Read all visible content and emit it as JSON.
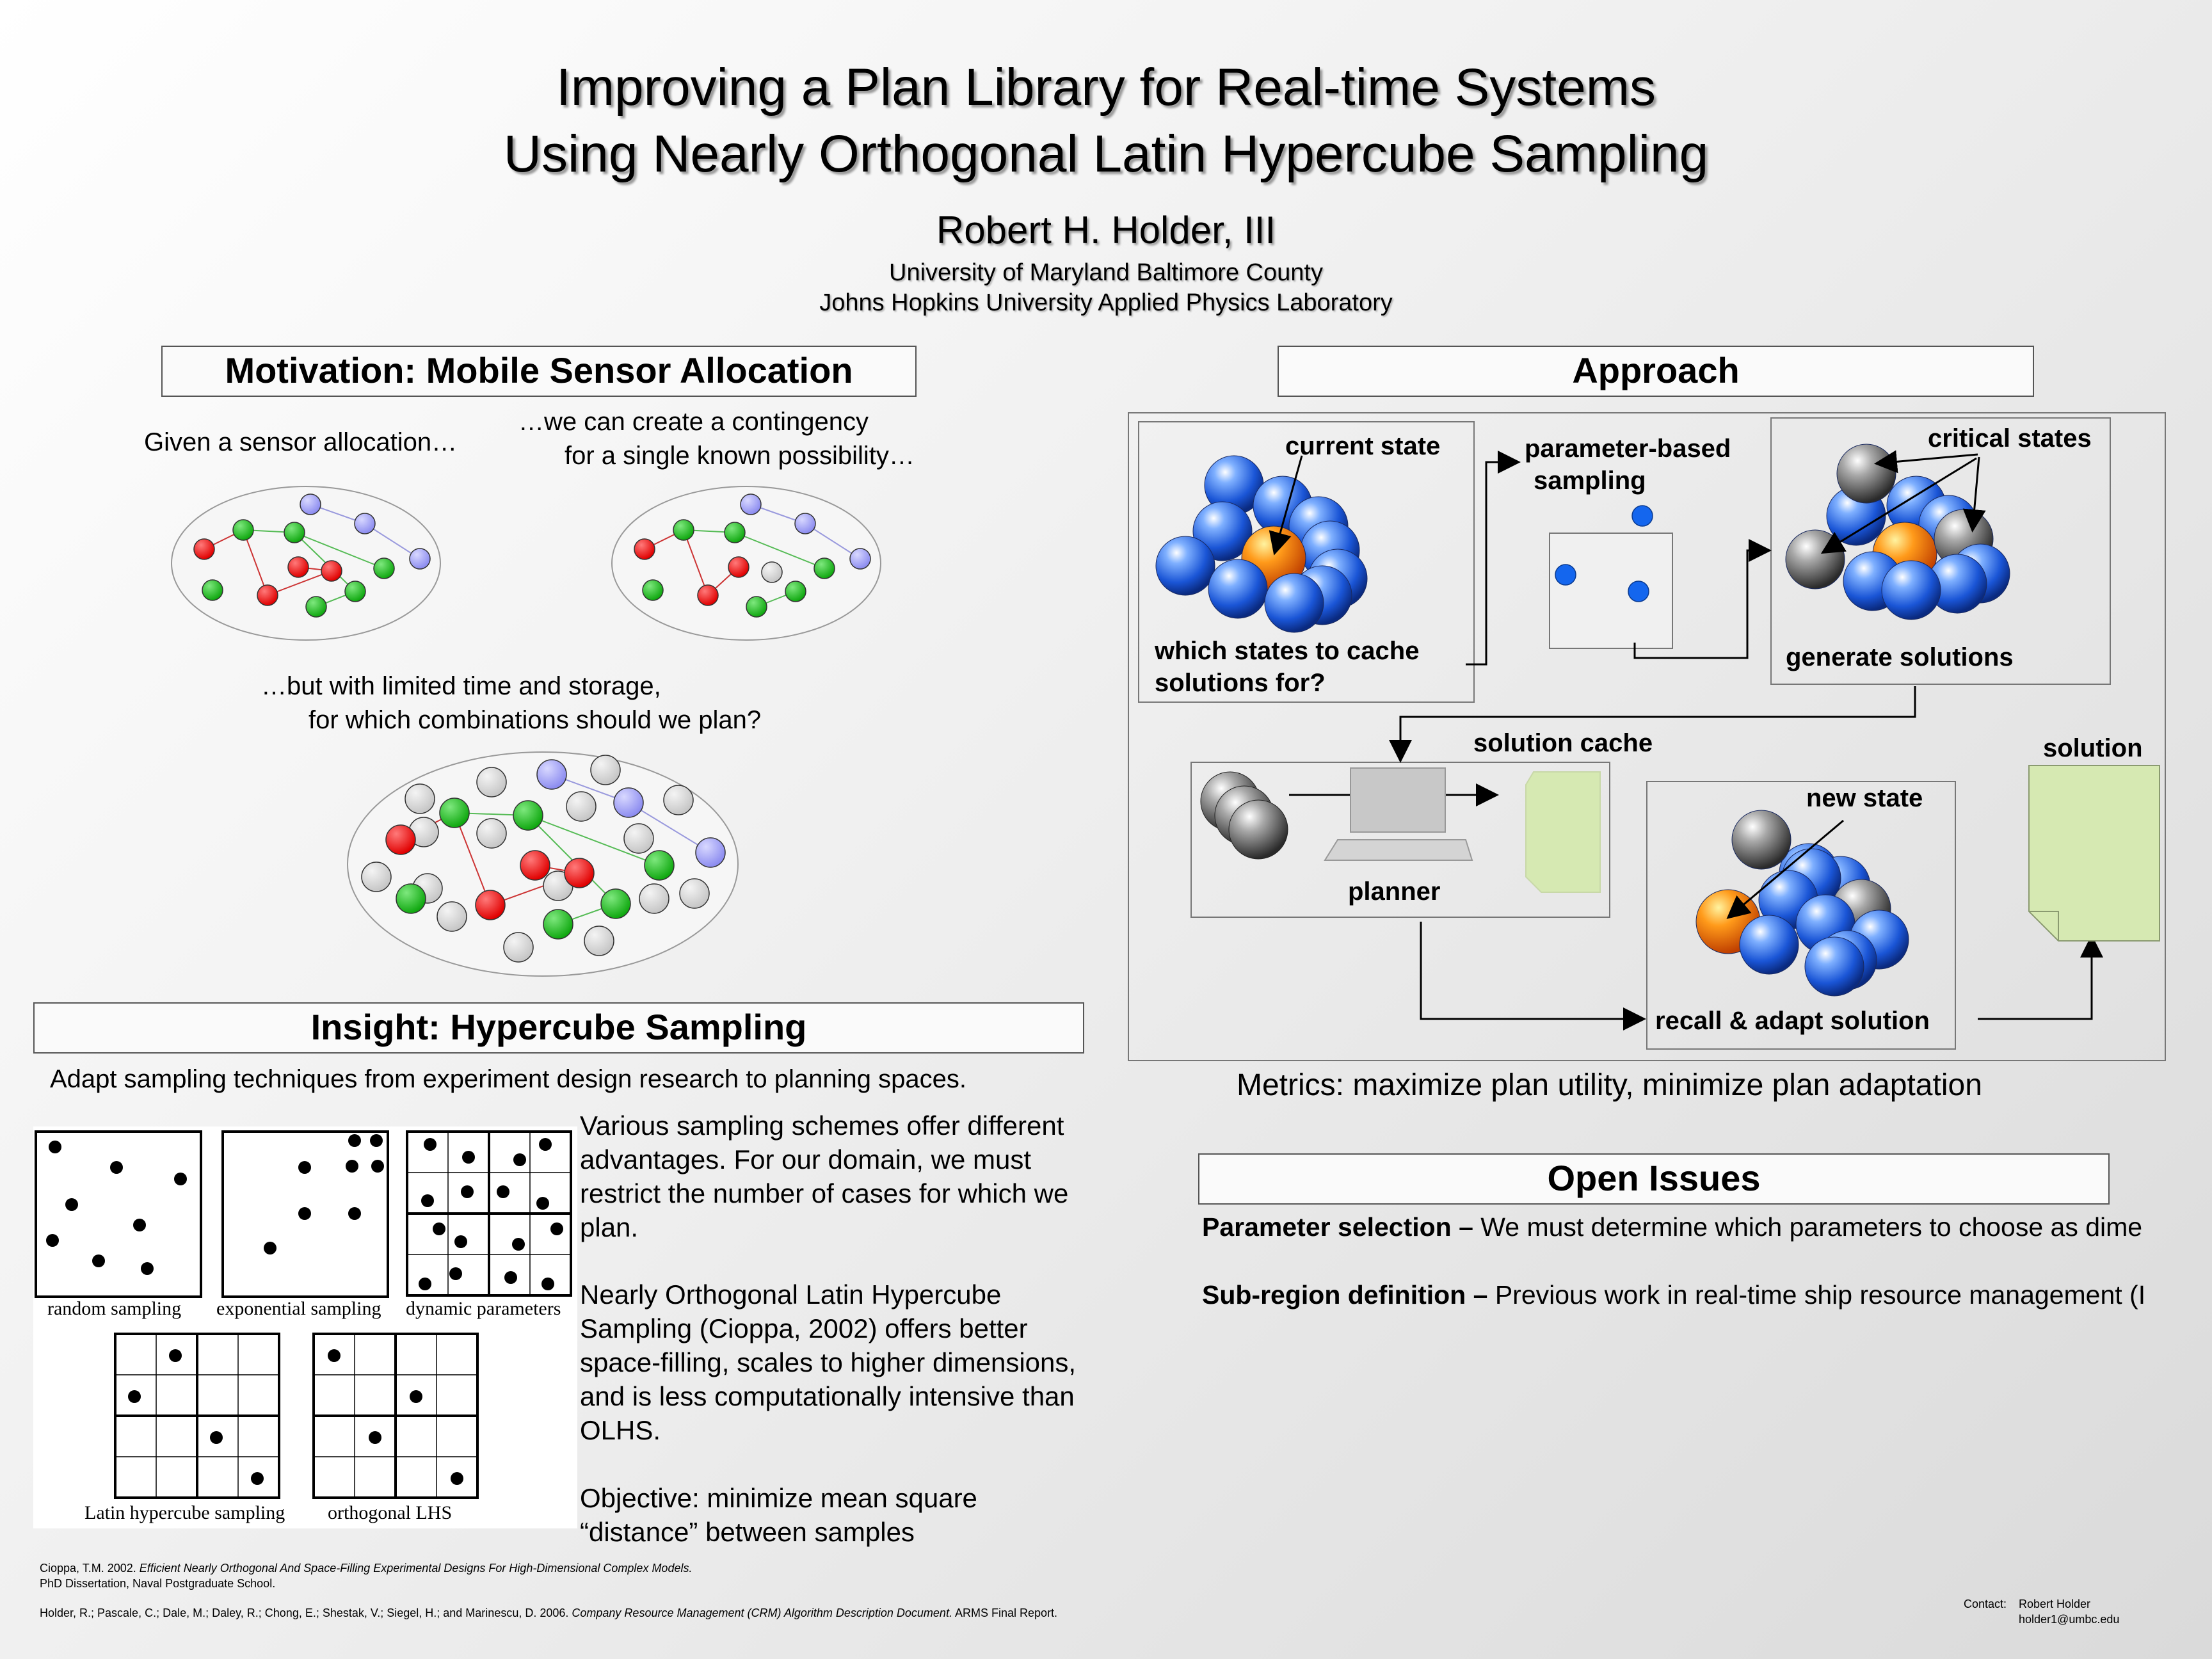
{
  "header": {
    "title_line1": "Improving a Plan Library for Real-time Systems",
    "title_line2": "Using Nearly Orthogonal Latin Hypercube Sampling",
    "author": "Robert H. Holder, III",
    "affiliation1": "University of Maryland Baltimore County",
    "affiliation2": "Johns Hopkins University Applied Physics Laboratory"
  },
  "motivation": {
    "heading": "Motivation: Mobile Sensor Allocation",
    "caption1": "Given a sensor allocation…",
    "caption2_line1": "…we can create a contingency",
    "caption2_line2": "for a single known possibility…",
    "caption3_line1": "…but with limited time and storage,",
    "caption3_line2": "for which combinations should we plan?"
  },
  "approach": {
    "heading": "Approach",
    "current_state": "current state",
    "which_states_line1": "which states to cache",
    "which_states_line2": "solutions for?",
    "param_sampling_line1": "parameter-based",
    "param_sampling_line2": "sampling",
    "critical_states": "critical states",
    "generate_solutions": "generate solutions",
    "solution_cache": "solution cache",
    "planner": "planner",
    "new_state": "new state",
    "recall_adapt": "recall & adapt solution",
    "solution": "solution",
    "metrics": "Metrics:  maximize plan utility, minimize plan adaptation"
  },
  "insight": {
    "heading": "Insight: Hypercube Sampling",
    "intro": "Adapt sampling techniques from experiment design research to planning spaces.",
    "captions": [
      "random sampling",
      "exponential sampling",
      "dynamic parameters",
      "Latin hypercube sampling",
      "orthogonal LHS"
    ],
    "para1": [
      "Various sampling schemes offer different",
      "advantages.  For our domain, we must",
      "restrict the number of cases for which we",
      "plan."
    ],
    "para2": [
      "Nearly Orthogonal Latin Hypercube",
      "Sampling (Cioppa, 2002) offers better",
      "space-filling, scales to higher dimensions,",
      "and is less computationally intensive than",
      "OLHS."
    ],
    "para3": [
      "Objective:  minimize mean square",
      "“distance” between samples"
    ]
  },
  "open_issues": {
    "heading": "Open Issues",
    "item1_bold": "Parameter selection –",
    "item1_text": " We must determine which parameters to choose as dime",
    "item2_bold": "Sub-region definition –",
    "item2_text": " Previous work in real-time ship resource management (I"
  },
  "references": {
    "ref1_plain": "Cioppa, T.M.  2002.  ",
    "ref1_italic": "Efficient Nearly Orthogonal And Space-Filling Experimental Designs For High-Dimensional Complex Models.",
    "ref1_line2": "PhD Dissertation, Naval Postgraduate School.",
    "ref2_plain": "Holder, R.; Pascale, C.; Dale, M.; Daley, R.; Chong, E.; Shestak, V.; Siegel, H.; and Marinescu, D.  2006.  ",
    "ref2_italic": "Company Resource Management (CRM) Algorithm Description Document.",
    "ref2_tail": "  ARMS Final Report."
  },
  "contact": {
    "label": "Contact:",
    "name": "Robert Holder",
    "email": "holder1@umbc.edu"
  }
}
